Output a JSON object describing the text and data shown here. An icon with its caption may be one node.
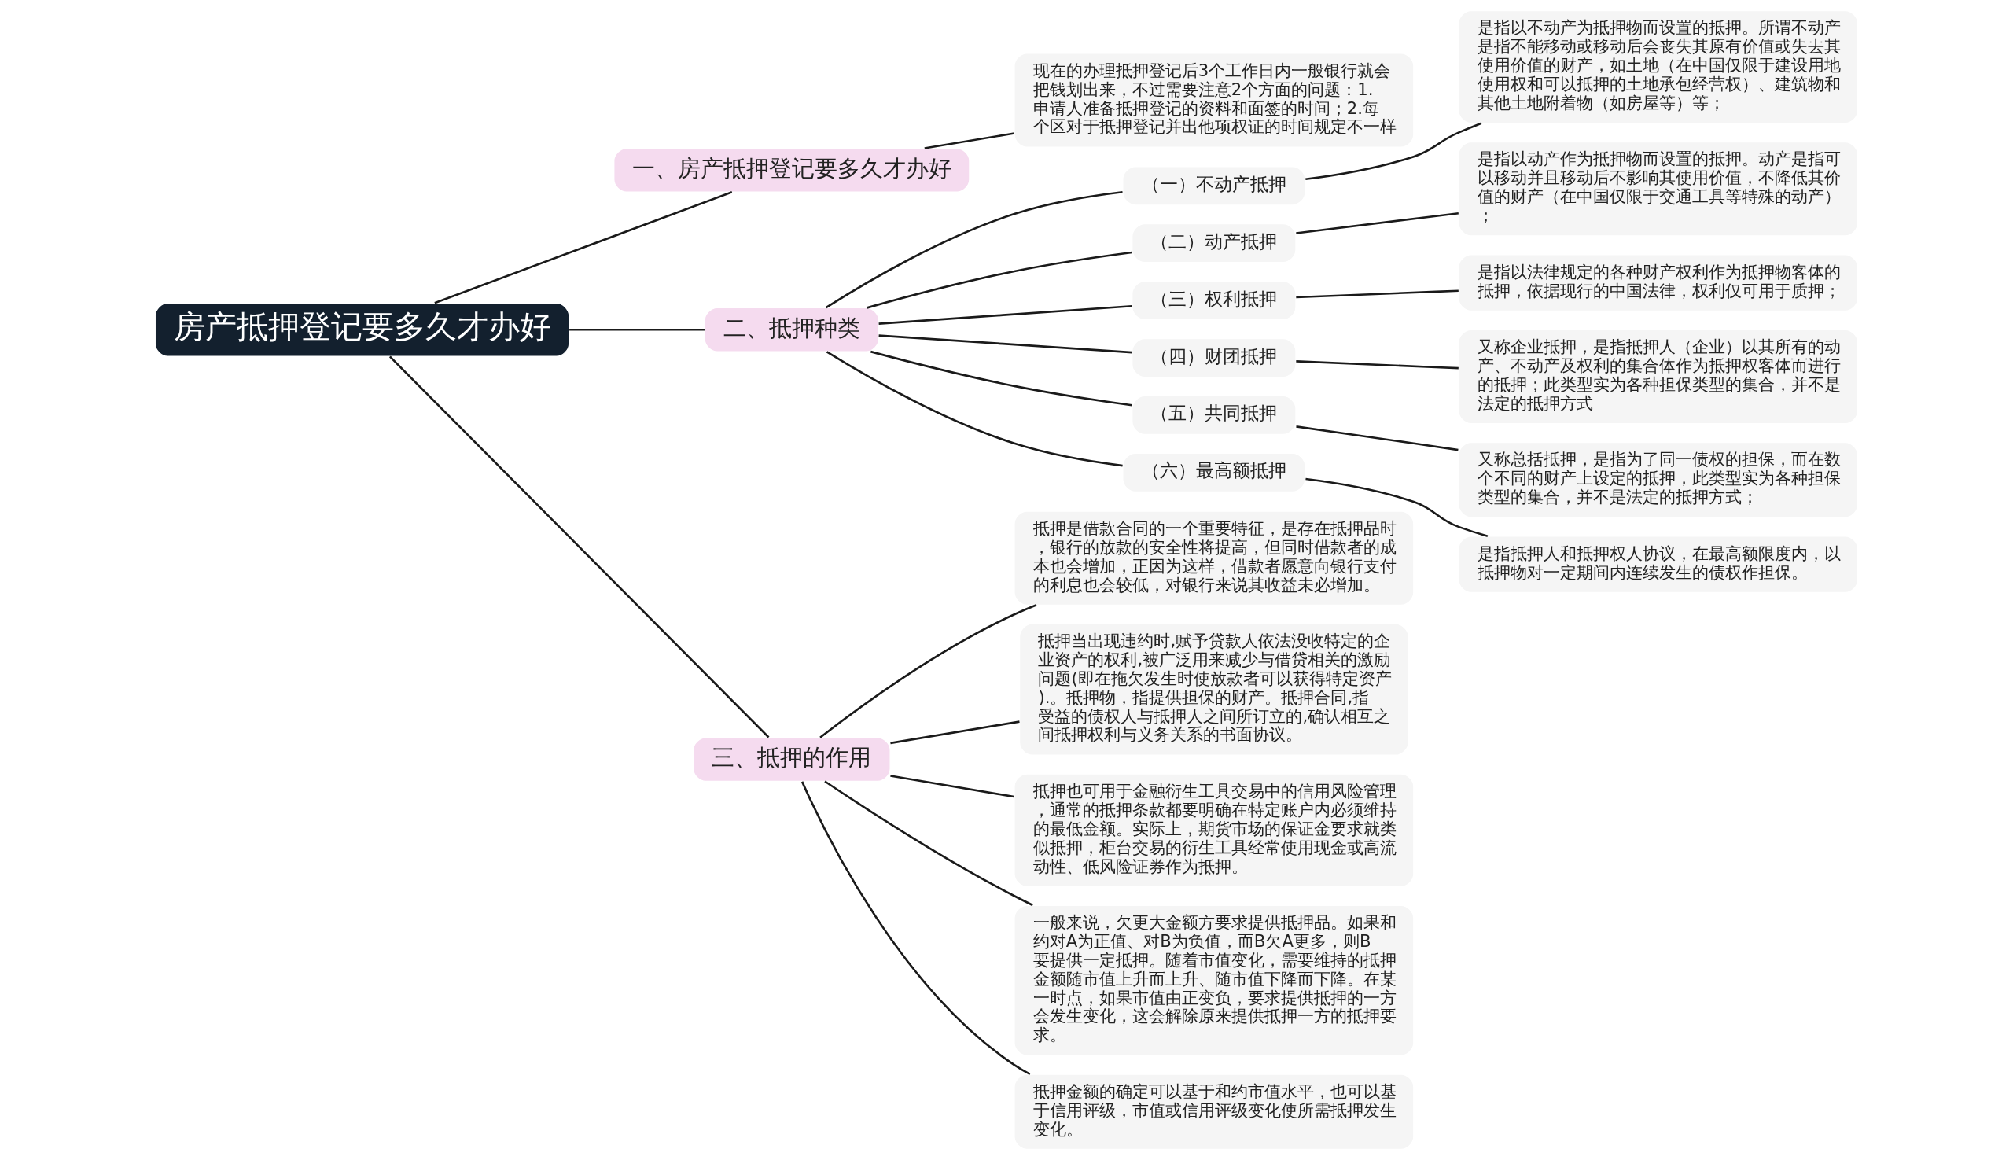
{
  "diagram": {
    "nodes": [
      {
        "text": [
          "房产抵押登记要多久才办好"
        ]
      },
      {
        "text": [
          "一、房产抵押登记要多久才办好"
        ]
      },
      {
        "text": [
          "现在的办理抵押登记后3个工作日内一般银行就会把钱划出来，不过需要注意2个方面的问题：1.申请人准备抵押登记的资料和面签的时间；2.每个区对于抵押登记并出他项权证的时间规定不一样"
        ]
      },
      {
        "text": [
          "二、抵押种类"
        ]
      },
      {
        "text": [
          "（一）不动产抵押"
        ]
      },
      {
        "text": [
          "是指以不动产为抵押物而设置的抵押。所谓不动产是指不能移动或移动后会丧失其原有价值或失去其使用价值的财产，如土地（在中国仅限于建设用地使用权和可以抵押的土地承包经营权）、建筑物和其他土地附着物（如房屋等）等；"
        ]
      },
      {
        "text": [
          "（二）动产抵押"
        ]
      },
      {
        "text": [
          "是指以动产作为抵押物而设置的抵押。动产是指可以移动并且移动后不影响其使用价值，不降低其价值的财产（在中国仅限于交通工具等特殊的动产）；"
        ]
      },
      {
        "text": [
          "（三）权利抵押"
        ]
      },
      {
        "text": [
          "是指以法律规定的各种财产权利作为抵押物客体的抵押，依据现行的中国法律，权利仅可用于质押；"
        ]
      },
      {
        "text": [
          "（四）财团抵押"
        ]
      },
      {
        "text": [
          "又称企业抵押，是指抵押人（企业）以其所有的动产、不动产及权利的集合体作为抵押权客体而进行的抵押；此类型实为各种担保类型的集合，并不是法定的抵押方式"
        ]
      },
      {
        "text": [
          "（五）共同抵押"
        ]
      },
      {
        "text": [
          "又称总括抵押，是指为了同一债权的担保，而在数个不同的财产上设定的抵押，此类型实为各种担保类型的集合，并不是法定的抵押方式；"
        ]
      },
      {
        "text": [
          "（六）最高额抵押"
        ]
      },
      {
        "text": [
          "是指抵押人和抵押权人协议，在最高额限度内，以抵押物对一定期间内连续发生的债权作担保。"
        ]
      },
      {
        "text": [
          "三、抵押的作用"
        ]
      },
      {
        "text": [
          "抵押是借款合同的一个重要特征，是存在抵押品时，银行的放款的安全性将提高，但同时借款者的成本也会增加，正因为这样，借款者愿意向银行支付的利息也会较低，对银行来说其收益未必增加。"
        ]
      },
      {
        "text": [
          "抵押当出现违约时,赋予贷款人依法没收特定的企业资产的权利,被广泛用来减少与借贷相关的激励问题(即在拖欠发生时使放款者可以获得特定资产).。抵押物，指提供担保的财产。抵押合同,指受益的债权人与抵押人之间所订立的,确认相互之间抵押权利与义务关系的书面协议。"
        ]
      },
      {
        "text": [
          "抵押也可用于金融衍生工具交易中的信用风险管理，通常的抵押条款都要明确在特定账户内必须维持的最低金额。实际上，期货市场的保证金要求就类似抵押，柜台交易的衍生工具经常使用现金或高流动性、低风险证券作为抵押。"
        ]
      },
      {
        "text": [
          "一般来说，欠更大金额方要求提供抵押品。如果和约对A为正值、对B为负值，而B欠A更多，则B要提供一定抵押。随着市值变化，需要维持的抵押金额随市值上升而上升、随市值下降而下降。在某一时点，如果市值由正变负，要求提供抵押的一方会发生变化，这会解除原来提供抵押一方的抵押要求。"
        ]
      },
      {
        "text": [
          "抵押金额的确定可以基于和约市值水平，也可以基于信用评级，市值或信用评级变化使所需抵押发生变化。"
        ]
      }
    ],
    "edges": [
      {
        "from": 0,
        "to": 1,
        "arrow": "none"
      },
      {
        "from": 1,
        "to": 2,
        "arrow": "none"
      },
      {
        "from": 0,
        "to": 3,
        "arrow": "none"
      },
      {
        "from": 3,
        "to": 4,
        "arrow": "none"
      },
      {
        "from": 4,
        "to": 5,
        "arrow": "none"
      },
      {
        "from": 3,
        "to": 6,
        "arrow": "none"
      },
      {
        "from": 6,
        "to": 7,
        "arrow": "none"
      },
      {
        "from": 3,
        "to": 8,
        "arrow": "none"
      },
      {
        "from": 8,
        "to": 9,
        "arrow": "none"
      },
      {
        "from": 3,
        "to": 10,
        "arrow": "none"
      },
      {
        "from": 10,
        "to": 11,
        "arrow": "none"
      },
      {
        "from": 3,
        "to": 12,
        "arrow": "none"
      },
      {
        "from": 12,
        "to": 13,
        "arrow": "none"
      },
      {
        "from": 3,
        "to": 14,
        "arrow": "none"
      },
      {
        "from": 14,
        "to": 15,
        "arrow": "none"
      },
      {
        "from": 0,
        "to": 16,
        "arrow": "none"
      },
      {
        "from": 16,
        "to": 17,
        "arrow": "none"
      },
      {
        "from": 16,
        "to": 18,
        "arrow": "none"
      },
      {
        "from": 16,
        "to": 19,
        "arrow": "none"
      },
      {
        "from": 16,
        "to": 20,
        "arrow": "none"
      },
      {
        "from": 16,
        "to": 21,
        "arrow": "none"
      }
    ]
  }
}
